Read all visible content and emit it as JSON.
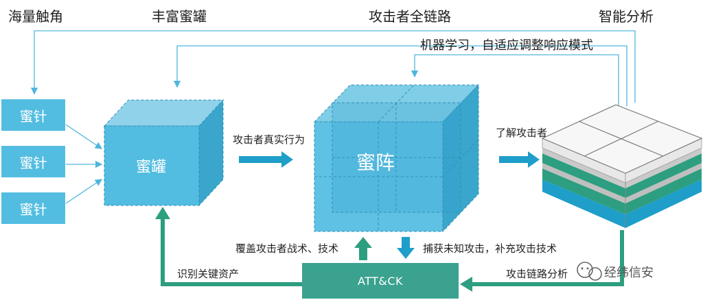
{
  "headers": {
    "massive_touch": "海量触角",
    "rich_honeypot": "丰富蜜罐",
    "full_chain": "攻击者全链路",
    "smart_analysis": "智能分析"
  },
  "ml_caption": "机器学习，自适应调整响应模式",
  "honeynet_nodes": [
    "蜜针",
    "蜜针",
    "蜜针"
  ],
  "honeypot_label": "蜜罐",
  "honeynet_label": "蜜阵",
  "edge_labels": {
    "real_behavior": "攻击者真实行为",
    "understand_attacker": "了解攻击者",
    "cover_tactics": "覆盖攻击者战术、技术",
    "capture_unknown": "捕获未知攻击，补充攻击技术",
    "identify_assets": "识别关键资产",
    "chain_analysis": "攻击链路分析"
  },
  "framework_label": "ATT&CK",
  "watermark": "经纬信安",
  "colors": {
    "needle": "#52bde0",
    "cube_front": "#52bde0",
    "cube_side": "#3aa6cc",
    "arrow_blue": "#1e9ec9",
    "arrow_green": "#2d9e80",
    "framework_box": "#3aa28e",
    "thin_line": "#4fb6dc"
  }
}
